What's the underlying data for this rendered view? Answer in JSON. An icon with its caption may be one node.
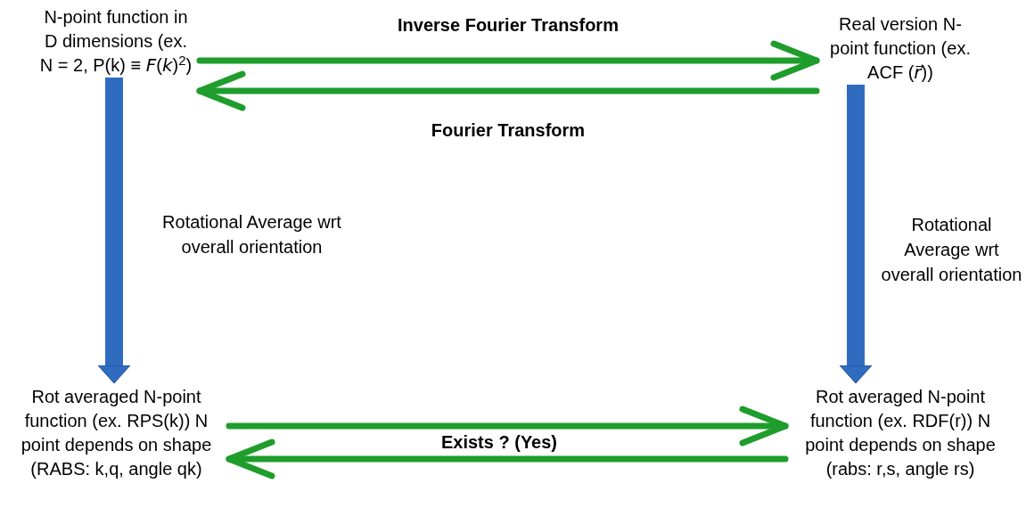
{
  "diagram": {
    "nodes": [
      {
        "text": [
          "N-point function in D dimensions (ex. N = 2, P(k) ≡ *F*(*k*)$^{2}$)"
        ]
      },
      {
        "text": [
          "Real version N-point function (ex. ACF (*r⃗*))"
        ]
      },
      {
        "text": [
          "Rot averaged N-point function (ex. RPS(k)) N point depends on shape (RABS: k,q, angle qk)"
        ]
      },
      {
        "text": [
          "Rot averaged N-point function (ex. RDF(r)) N point depends on shape (rabs: r,s, angle rs)"
        ]
      }
    ],
    "edges": [
      {
        "from": 0,
        "to": 1,
        "arrow": "to",
        "label": "Inverse Fourier Transform"
      },
      {
        "from": 1,
        "to": 0,
        "arrow": "to",
        "label": "Fourier Transform"
      },
      {
        "from": 0,
        "to": 2,
        "arrow": "to",
        "label": "Rotational Average wrt overall orientation",
        "style": "thick",
        "color": "#2f6cc0"
      },
      {
        "from": 1,
        "to": 3,
        "arrow": "to",
        "label": "Rotational Average wrt overall orientation",
        "style": "thick",
        "color": "#2f6cc0"
      },
      {
        "from": 2,
        "to": 3,
        "arrow": "to",
        "label": "Exists ? (Yes)"
      },
      {
        "from": 3,
        "to": 2,
        "arrow": "to"
      }
    ]
  }
}
